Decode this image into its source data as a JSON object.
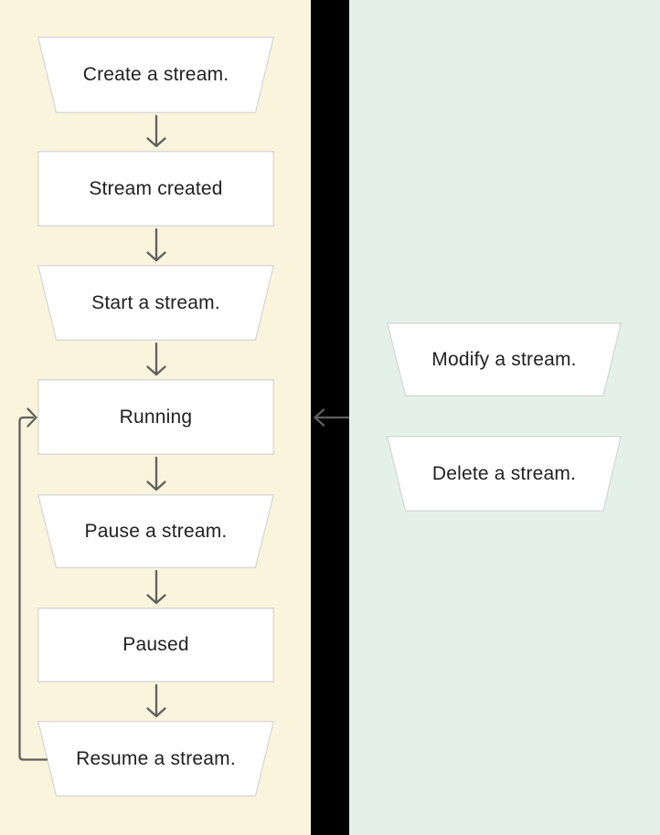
{
  "diagram_type": "flowchart",
  "left_panel": {
    "background_color": "#FBF4DC",
    "nodes": [
      {
        "id": "create-stream",
        "shape": "trapezoid",
        "label": "Create a stream."
      },
      {
        "id": "stream-created",
        "shape": "rect",
        "label": "Stream created"
      },
      {
        "id": "start-stream",
        "shape": "trapezoid",
        "label": "Start a stream."
      },
      {
        "id": "running",
        "shape": "rect",
        "label": "Running"
      },
      {
        "id": "pause-stream",
        "shape": "trapezoid",
        "label": "Pause a stream."
      },
      {
        "id": "paused",
        "shape": "rect",
        "label": "Paused"
      },
      {
        "id": "resume-stream",
        "shape": "trapezoid",
        "label": "Resume a stream."
      }
    ]
  },
  "right_panel": {
    "background_color": "#E3F1EA",
    "nodes": [
      {
        "id": "modify-stream",
        "shape": "trapezoid",
        "label": "Modify a stream."
      },
      {
        "id": "delete-stream",
        "shape": "trapezoid",
        "label": "Delete a stream."
      }
    ]
  },
  "connections": [
    {
      "from": "create-stream",
      "to": "stream-created",
      "type": "arrow-down"
    },
    {
      "from": "stream-created",
      "to": "start-stream",
      "type": "arrow-down"
    },
    {
      "from": "start-stream",
      "to": "running",
      "type": "arrow-down"
    },
    {
      "from": "running",
      "to": "pause-stream",
      "type": "arrow-down"
    },
    {
      "from": "pause-stream",
      "to": "paused",
      "type": "arrow-down"
    },
    {
      "from": "paused",
      "to": "resume-stream",
      "type": "arrow-down"
    },
    {
      "from": "resume-stream",
      "to": "running",
      "type": "loop-back-left"
    },
    {
      "from": "right-panel",
      "to": "running",
      "type": "arrow-left-across-gap"
    }
  ],
  "colors": {
    "left_panel_background": "#FBF4DC",
    "right_panel_background": "#E3F1EA",
    "gap_background": "#000000",
    "node_fill": "#FFFFFF",
    "node_border": "#D9D9D9",
    "arrow": "#5F5F5F",
    "text": "#212121"
  }
}
